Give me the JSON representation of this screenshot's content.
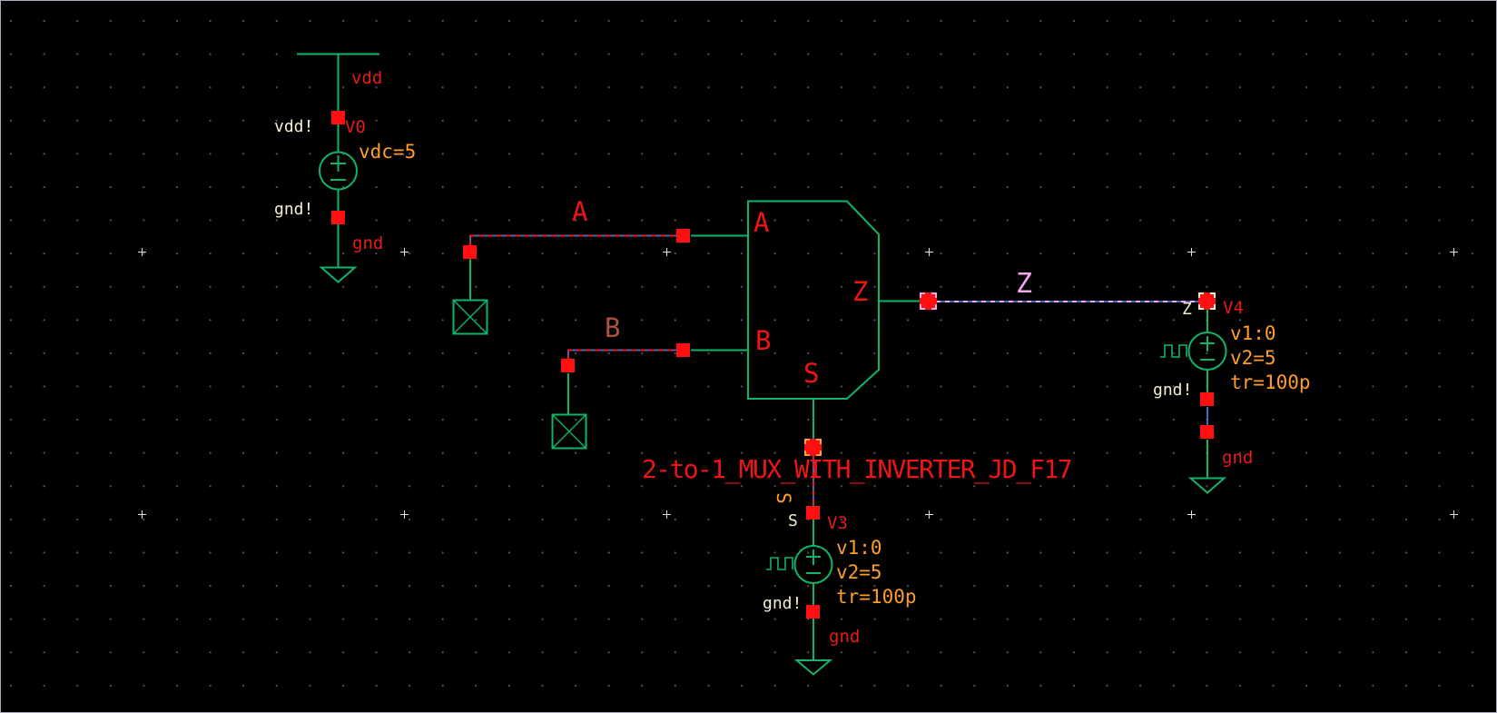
{
  "app": "schematic-editor-canvas",
  "title": "2-to-1_MUX_WITH_INVERTER_JD_F17",
  "colors": {
    "background": "#000000",
    "device_green": "#10b469",
    "wire_blue": "#3e6ac0",
    "pin_red": "#ff0f0f",
    "label_red": "#ea1a1a",
    "net_label_red": "#ee1515",
    "net_label_brown": "#aa5240",
    "net_label_pink": "#f7a5ef",
    "param_orange": "#ff9d28",
    "global_cream": "#f5efd0",
    "grid_dot": "#56566c"
  },
  "v0": {
    "net_top": "vdd",
    "global_top": "vdd!",
    "name": "V0",
    "param": "vdc=5",
    "global_bot": "gnd!",
    "net_bot": "gnd"
  },
  "nets": {
    "a": "A",
    "b": "B",
    "z": "Z"
  },
  "mux": {
    "pin_a": "A",
    "pin_b": "B",
    "pin_z": "Z",
    "pin_s": "S"
  },
  "v3": {
    "net_rot": "S",
    "pin": "S",
    "name": "V3",
    "p1": "v1:0",
    "p2": "v2=5",
    "p3": "tr=100p",
    "global_gnd": "gnd!",
    "net_gnd": "gnd"
  },
  "v4": {
    "pin": "Z",
    "name": "V4",
    "p1": "v1:0",
    "p2": "v2=5",
    "p3": "tr=100p",
    "global_gnd": "gnd!",
    "net_gnd": "gnd"
  }
}
